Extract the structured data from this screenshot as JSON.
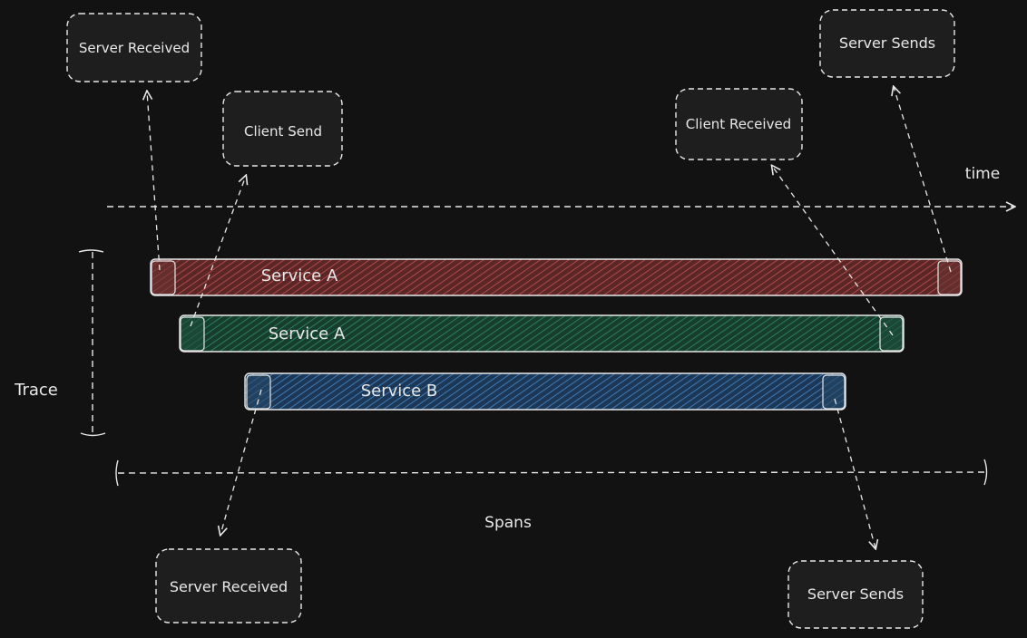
{
  "colors": {
    "background": "#121212",
    "stroke": "#e8e8e8",
    "box_fill": "#1e1e1e",
    "service_a_outer": "#8a3a3a",
    "service_a_inner": "#1f5e45",
    "service_b": "#2f5f8f"
  },
  "annotations": {
    "top_server_received": "Server Received",
    "client_send": "Client Send",
    "client_received": "Client Received",
    "top_server_sends": "Server Sends",
    "bottom_server_received": "Server Received",
    "bottom_server_sends": "Server Sends"
  },
  "axes": {
    "time_label": "time",
    "trace_label": "Trace",
    "spans_label": "Spans"
  },
  "spans": [
    {
      "label": "Service A",
      "color": "#8a3a3a"
    },
    {
      "label": "Service A",
      "color": "#1f5e45"
    },
    {
      "label": "Service B",
      "color": "#2f5f8f"
    }
  ]
}
